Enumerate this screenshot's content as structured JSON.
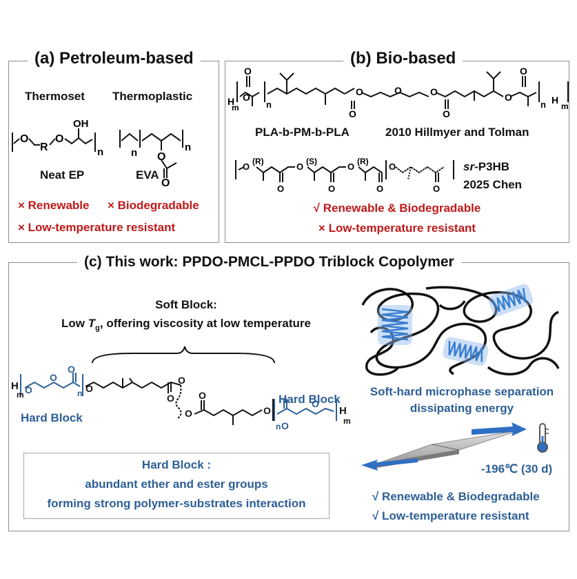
{
  "panel_a": {
    "title": "(a) Petroleum-based",
    "thermoset": "Thermoset",
    "thermoplastic": "Thermoplastic",
    "oh": "OH",
    "o": "O",
    "r": "R",
    "n": "n",
    "neat_ep": "Neat EP",
    "eva": "EVA",
    "cons": [
      "× Renewable",
      "× Biodegradable",
      "× Low-temperature resistant"
    ]
  },
  "panel_b": {
    "title": "(b) Bio-based",
    "h": "H",
    "m": "m",
    "n": "n",
    "o": "O",
    "r": "(R)",
    "s": "(S)",
    "pla_label": "PLA-b-PM-b-PLA",
    "pla_ref": "2010 Hillmyer and Tolman",
    "p3hb_prefix": "sr",
    "p3hb_name": "-P3HB",
    "p3hb_ref": "2025 Chen",
    "pros": "√ Renewable & Biodegradable",
    "cons": "× Low-temperature resistant"
  },
  "panel_c": {
    "title": "(c) This work: PPDO-PMCL-PPDO Triblock Copolymer",
    "soft_block_title": "Soft Block:",
    "soft_block_pre": "Low ",
    "soft_block_t": "T",
    "soft_block_sub": "g",
    "soft_block_post": ", offering viscosity at low temperature",
    "hard_block_left": "Hard Block",
    "hard_block_right": "Hard Block",
    "h": "H",
    "m": "m",
    "n": "n",
    "o": "O",
    "box_title": "Hard Block :",
    "box_line1": "abundant ether and ester groups",
    "box_line2": "forming strong polymer-substrates interaction",
    "phase_line1": "Soft-hard microphase separation",
    "phase_line2": "dissipating energy",
    "temperature": "-196℃ (30 d)",
    "pros": [
      "√ Renewable & Biodegradable",
      "√ Low-temperature resistant"
    ]
  },
  "colors": {
    "red": "#c01818",
    "blue": "#2d5f96",
    "frame": "#8c8c8c",
    "spring": "#3a7fd0"
  }
}
